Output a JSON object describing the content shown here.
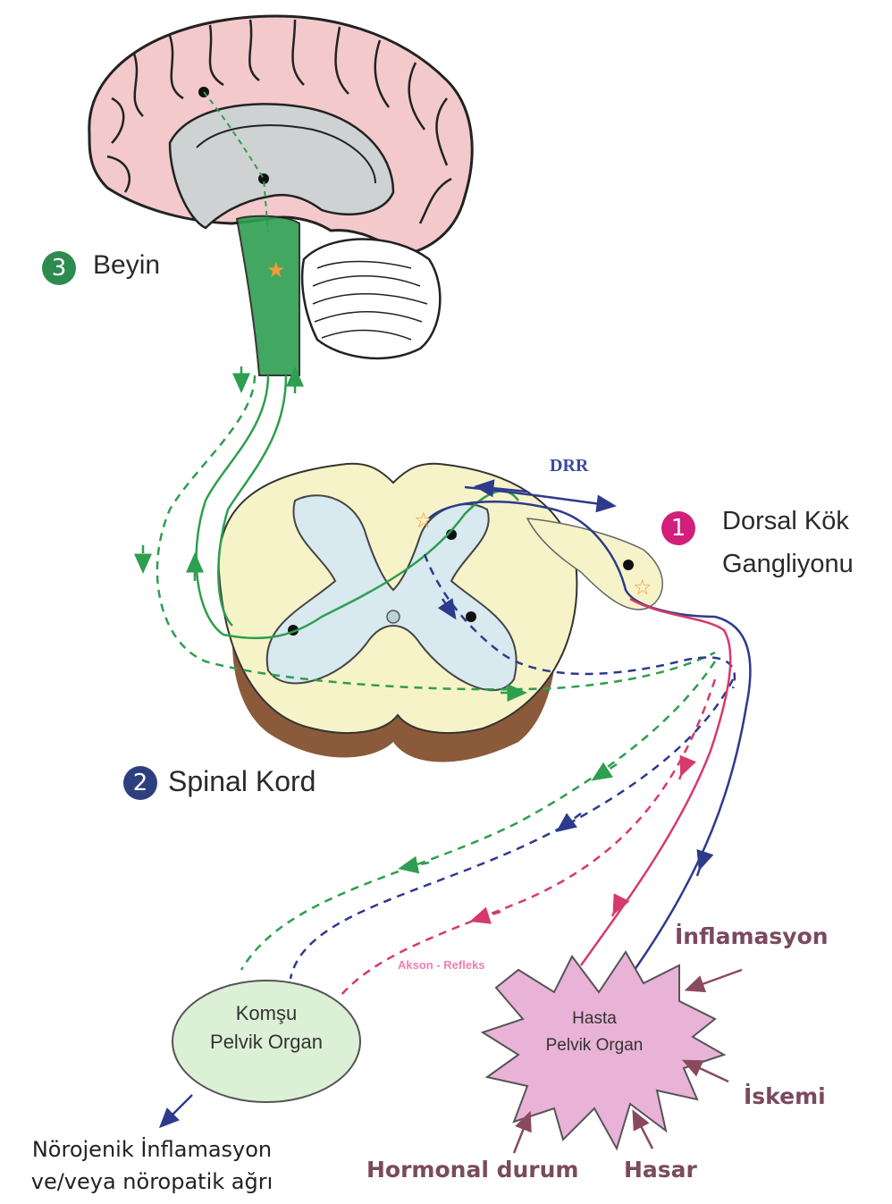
{
  "sections": {
    "brain": {
      "number": "3",
      "label": "Beyin",
      "color": "#2e8b4f"
    },
    "spinal_cord": {
      "number": "2",
      "label": "Spinal Kord",
      "color": "#2e3f7f"
    },
    "drg": {
      "number": "1",
      "label_line1": "Dorsal Kök",
      "label_line2": "Gangliyonu",
      "color": "#d11f7a"
    }
  },
  "pathway_labels": {
    "drr": "DRR",
    "axon_reflex": "Akson - Refleks"
  },
  "organs": {
    "neighbor": {
      "line1": "Komşu",
      "line2": "Pelvik Organ"
    },
    "diseased": {
      "line1": "Hasta",
      "line2": "Pelvik Organ"
    }
  },
  "factors": {
    "inflammation": "İnflamasyon",
    "ischemia": "İskemi",
    "hormonal": "Hormonal durum",
    "damage": "Hasar"
  },
  "outcome": {
    "line1": "Nörojenik İnflamasyon",
    "line2": "ve/veya nöropatik ağrı"
  },
  "colors": {
    "green_path": "#2e9e4f",
    "blue_path": "#2e3a8c",
    "pink_path": "#d63a6a",
    "brain_pink": "#f3c9cc",
    "cord_cream": "#f6f3c8",
    "gray_matter": "#d8e9f0",
    "neighbor_organ": "#dcf0d6",
    "diseased_organ": "#e8b3d6",
    "factor_text": "#7a4a5e"
  }
}
